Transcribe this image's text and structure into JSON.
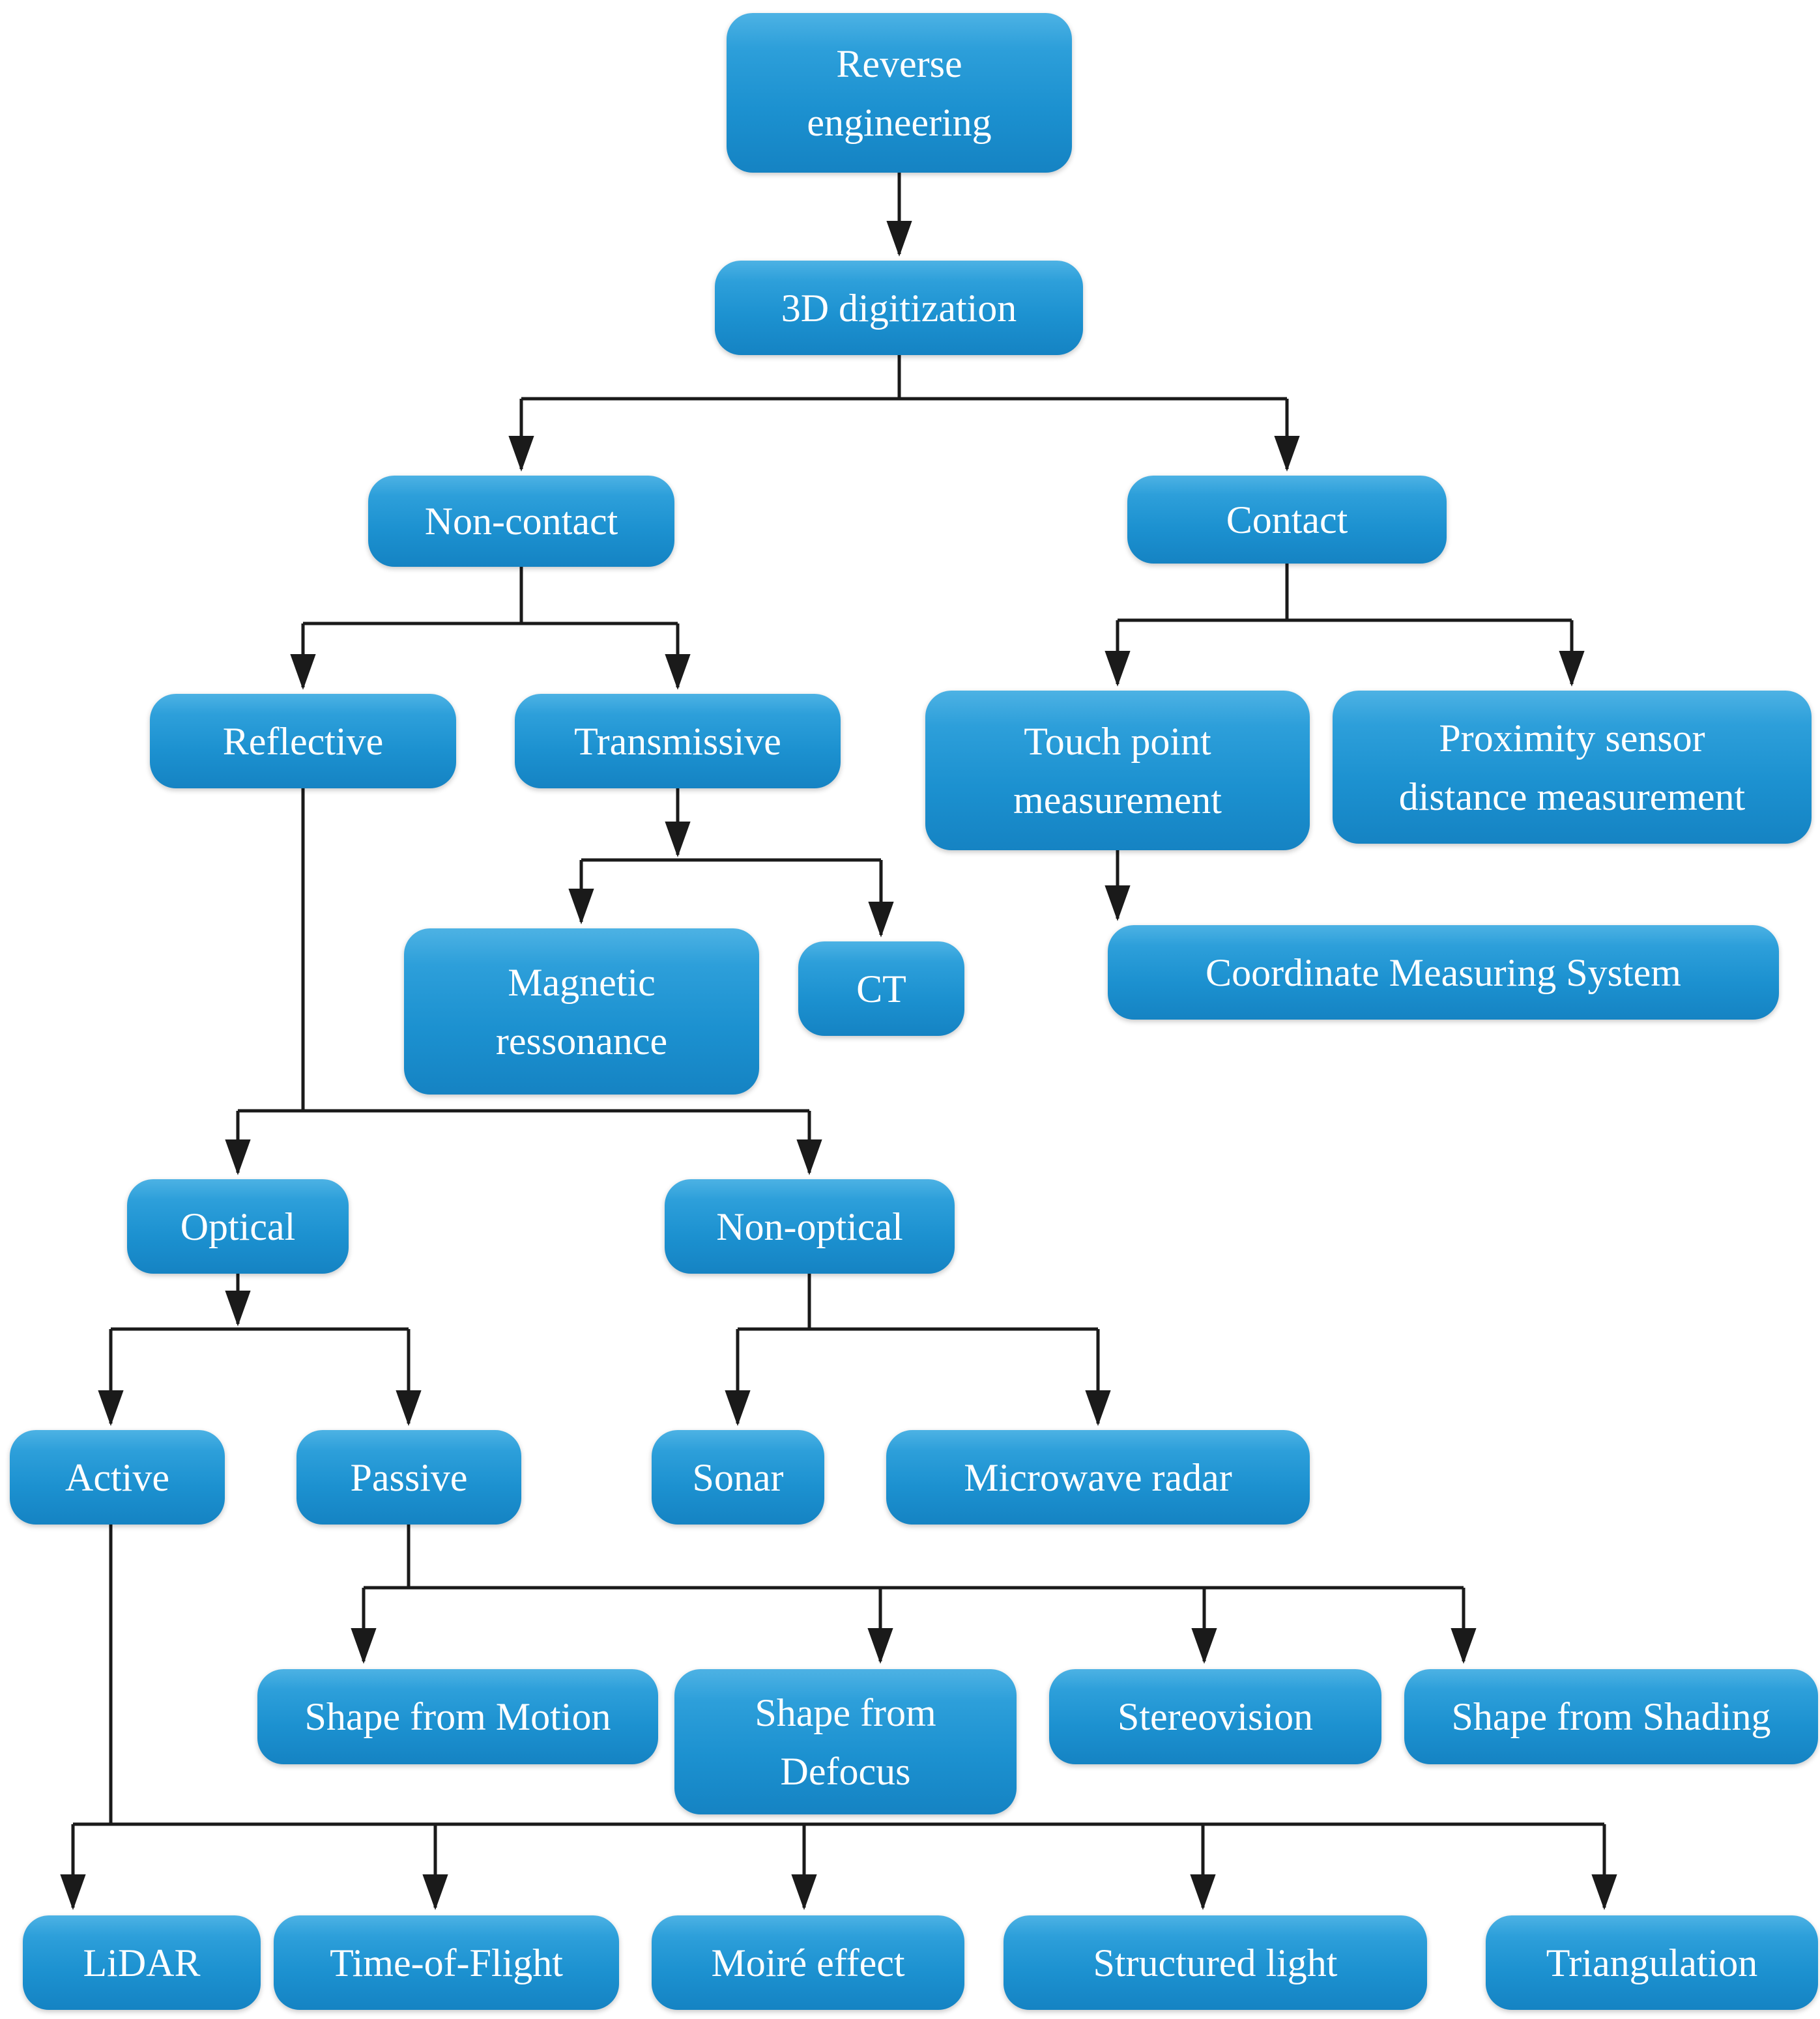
{
  "colors": {
    "node_top": "#4db2e4",
    "node_mid": "#1c91d0",
    "node_bottom": "#1583c3",
    "text": "#ffffff",
    "line": "#1a1a1a"
  },
  "nodes": {
    "reverse_engineering": {
      "label": "Reverse\nengineering"
    },
    "digitization_3d": {
      "label": "3D digitization"
    },
    "non_contact": {
      "label": "Non-contact"
    },
    "contact": {
      "label": "Contact"
    },
    "reflective": {
      "label": "Reflective"
    },
    "transmissive": {
      "label": "Transmissive"
    },
    "touch_point": {
      "label": "Touch point\nmeasurement"
    },
    "proximity_sensor": {
      "label": "Proximity sensor\ndistance measurement"
    },
    "cms": {
      "label": "Coordinate Measuring System"
    },
    "magnetic_ressonance": {
      "label": "Magnetic\nressonance"
    },
    "ct": {
      "label": "CT"
    },
    "optical": {
      "label": "Optical"
    },
    "non_optical": {
      "label": "Non-optical"
    },
    "active": {
      "label": "Active"
    },
    "passive": {
      "label": "Passive"
    },
    "sonar": {
      "label": "Sonar"
    },
    "microwave_radar": {
      "label": "Microwave radar"
    },
    "shape_from_motion": {
      "label": "Shape from Motion"
    },
    "shape_from_defocus": {
      "label": "Shape from\nDefocus"
    },
    "stereovision": {
      "label": "Stereovision"
    },
    "shape_from_shading": {
      "label": "Shape from Shading"
    },
    "lidar": {
      "label": "LiDAR"
    },
    "time_of_flight": {
      "label": "Time-of-Flight"
    },
    "moire_effect": {
      "label": "Moiré effect"
    },
    "structured_light": {
      "label": "Structured light"
    },
    "triangulation": {
      "label": "Triangulation"
    }
  },
  "edges": [
    {
      "from": "Reverse engineering",
      "to": "3D digitization"
    },
    {
      "from": "3D digitization",
      "to": "Non-contact"
    },
    {
      "from": "3D digitization",
      "to": "Contact"
    },
    {
      "from": "Non-contact",
      "to": "Reflective"
    },
    {
      "from": "Non-contact",
      "to": "Transmissive"
    },
    {
      "from": "Transmissive",
      "to": "Magnetic ressonance"
    },
    {
      "from": "Transmissive",
      "to": "CT"
    },
    {
      "from": "Contact",
      "to": "Touch point measurement"
    },
    {
      "from": "Contact",
      "to": "Proximity sensor distance measurement"
    },
    {
      "from": "Touch point measurement",
      "to": "Coordinate Measuring System"
    },
    {
      "from": "Reflective",
      "to": "Optical"
    },
    {
      "from": "Reflective",
      "to": "Non-optical"
    },
    {
      "from": "Optical",
      "to": "Active"
    },
    {
      "from": "Optical",
      "to": "Passive"
    },
    {
      "from": "Non-optical",
      "to": "Sonar"
    },
    {
      "from": "Non-optical",
      "to": "Microwave radar"
    },
    {
      "from": "Passive",
      "to": "Shape from Motion"
    },
    {
      "from": "Passive",
      "to": "Shape from Defocus"
    },
    {
      "from": "Passive",
      "to": "Stereovision"
    },
    {
      "from": "Passive",
      "to": "Shape from Shading"
    },
    {
      "from": "Active",
      "to": "LiDAR"
    },
    {
      "from": "Active",
      "to": "Time-of-Flight"
    },
    {
      "from": "Active",
      "to": "Moiré effect"
    },
    {
      "from": "Active",
      "to": "Structured light"
    },
    {
      "from": "Active",
      "to": "Triangulation"
    }
  ]
}
